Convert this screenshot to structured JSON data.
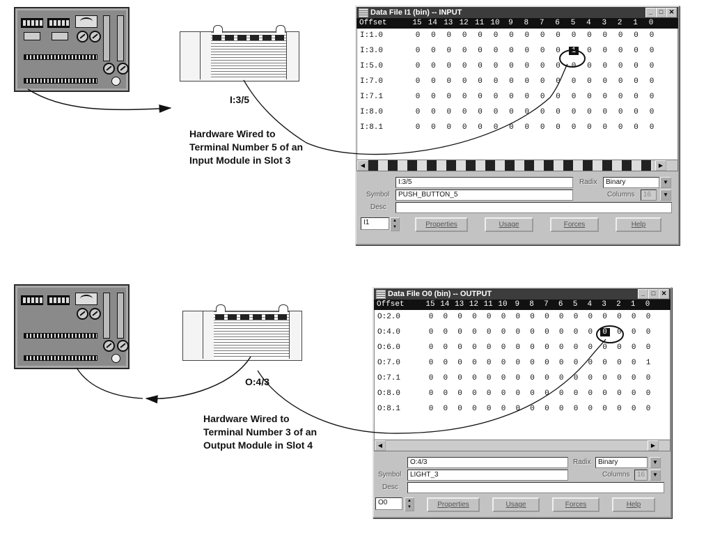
{
  "input_section": {
    "address_label": "I:3/5",
    "caption_lines": [
      "Hardware Wired to",
      "Terminal Number 5 of an",
      "Input Module in Slot 3"
    ],
    "window": {
      "title": "Data File I1 (bin)  --  INPUT",
      "header": [
        "Offset",
        "15",
        "14",
        "13",
        "12",
        "11",
        "10",
        "9",
        "8",
        "7",
        "6",
        "5",
        "4",
        "3",
        "2",
        "1",
        "0"
      ],
      "rows": [
        {
          "offset": "I:1.0",
          "bits": [
            "0",
            "0",
            "0",
            "0",
            "0",
            "0",
            "0",
            "0",
            "0",
            "0",
            "0",
            "0",
            "0",
            "0",
            "0",
            "0"
          ]
        },
        {
          "offset": "I:3.0",
          "bits": [
            "0",
            "0",
            "0",
            "0",
            "0",
            "0",
            "0",
            "0",
            "0",
            "0",
            "1",
            "0",
            "0",
            "0",
            "0",
            "0"
          ]
        },
        {
          "offset": "I:5.0",
          "bits": [
            "0",
            "0",
            "0",
            "0",
            "0",
            "0",
            "0",
            "0",
            "0",
            "0",
            "0",
            "0",
            "0",
            "0",
            "0",
            "0"
          ]
        },
        {
          "offset": "I:7.0",
          "bits": [
            "0",
            "0",
            "0",
            "0",
            "0",
            "0",
            "0",
            "0",
            "0",
            "0",
            "0",
            "0",
            "0",
            "0",
            "0",
            "0"
          ]
        },
        {
          "offset": "I:7.1",
          "bits": [
            "0",
            "0",
            "0",
            "0",
            "0",
            "0",
            "0",
            "0",
            "0",
            "0",
            "0",
            "0",
            "0",
            "0",
            "0",
            "0"
          ]
        },
        {
          "offset": "I:8.0",
          "bits": [
            "0",
            "0",
            "0",
            "0",
            "0",
            "0",
            "0",
            "0",
            "0",
            "0",
            "0",
            "0",
            "0",
            "0",
            "0",
            "0"
          ]
        },
        {
          "offset": "I:8.1",
          "bits": [
            "0",
            "0",
            "0",
            "0",
            "0",
            "0",
            "0",
            "0",
            "0",
            "0",
            "0",
            "0",
            "0",
            "0",
            "0",
            "0"
          ]
        }
      ],
      "selected_cell": {
        "row": 1,
        "col": 10
      },
      "address_field": "I:3/5",
      "radix_label": "Radix",
      "radix_value": "Binary",
      "symbol_label": "Symbol",
      "symbol_value": "PUSH_BUTTON_5",
      "columns_label": "Columns",
      "columns_value": "16",
      "desc_label": "Desc",
      "desc_value": "",
      "file_field": "I1",
      "buttons": {
        "properties": "Properties",
        "usage": "Usage",
        "forces": "Forces",
        "help": "Help"
      }
    }
  },
  "output_section": {
    "address_label": "O:4/3",
    "caption_lines": [
      "Hardware Wired to",
      "Terminal Number 3 of an",
      "Output Module in Slot 4"
    ],
    "window": {
      "title": "Data File O0 (bin)  --  OUTPUT",
      "header": [
        "Offset",
        "15",
        "14",
        "13",
        "12",
        "11",
        "10",
        "9",
        "8",
        "7",
        "6",
        "5",
        "4",
        "3",
        "2",
        "1",
        "0"
      ],
      "rows": [
        {
          "offset": "O:2.0",
          "bits": [
            "0",
            "0",
            "0",
            "0",
            "0",
            "0",
            "0",
            "0",
            "0",
            "0",
            "0",
            "0",
            "0",
            "0",
            "0",
            "0"
          ]
        },
        {
          "offset": "O:4.0",
          "bits": [
            "0",
            "0",
            "0",
            "0",
            "0",
            "0",
            "0",
            "0",
            "0",
            "0",
            "0",
            "0",
            "0",
            "0",
            "0",
            "0"
          ]
        },
        {
          "offset": "O:6.0",
          "bits": [
            "0",
            "0",
            "0",
            "0",
            "0",
            "0",
            "0",
            "0",
            "0",
            "0",
            "0",
            "0",
            "0",
            "0",
            "0",
            "0"
          ]
        },
        {
          "offset": "O:7.0",
          "bits": [
            "0",
            "0",
            "0",
            "0",
            "0",
            "0",
            "0",
            "0",
            "0",
            "0",
            "0",
            "0",
            "0",
            "0",
            "0",
            "1"
          ]
        },
        {
          "offset": "O:7.1",
          "bits": [
            "0",
            "0",
            "0",
            "0",
            "0",
            "0",
            "0",
            "0",
            "0",
            "0",
            "0",
            "0",
            "0",
            "0",
            "0",
            "0"
          ]
        },
        {
          "offset": "O:8.0",
          "bits": [
            "0",
            "0",
            "0",
            "0",
            "0",
            "0",
            "0",
            "0",
            "0",
            "0",
            "0",
            "0",
            "0",
            "0",
            "0",
            "0"
          ]
        },
        {
          "offset": "O:8.1",
          "bits": [
            "0",
            "0",
            "0",
            "0",
            "0",
            "0",
            "0",
            "0",
            "0",
            "0",
            "0",
            "0",
            "0",
            "0",
            "0",
            "0"
          ]
        }
      ],
      "selected_cell": {
        "row": 1,
        "col": 12
      },
      "address_field": "O:4/3",
      "radix_label": "Radix",
      "radix_value": "Binary",
      "symbol_label": "Symbol",
      "symbol_value": "LIGHT_3",
      "columns_label": "Columns",
      "columns_value": "16",
      "desc_label": "Desc",
      "desc_value": "",
      "file_field": "O0",
      "buttons": {
        "properties": "Properties",
        "usage": "Usage",
        "forces": "Forces",
        "help": "Help"
      }
    }
  }
}
